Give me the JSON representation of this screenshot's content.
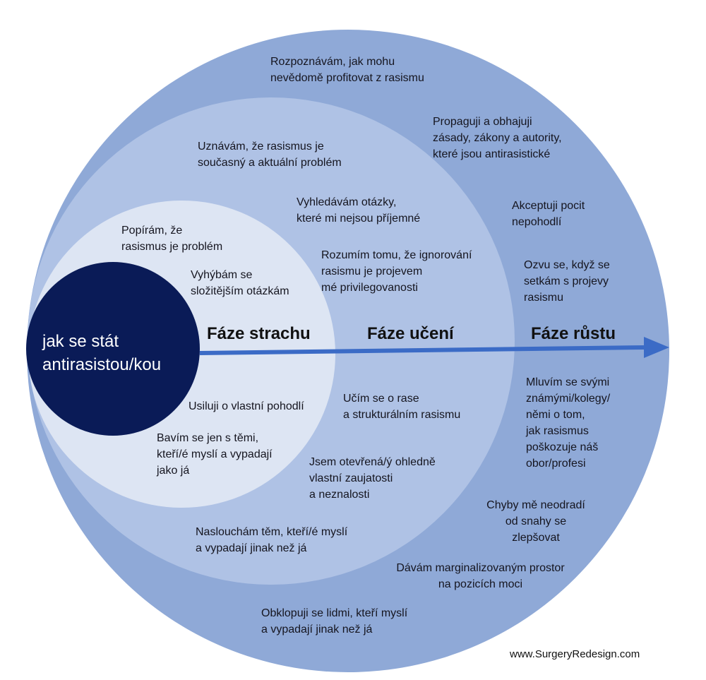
{
  "core_label": "jak se stát\nantirasistou/kou",
  "phases": {
    "fear": "Fáze strachu",
    "learning": "Fáze učení",
    "growth": "Fáze růstu"
  },
  "fear_items": [
    "Popírám, že\nrasismus je problém",
    "Vyhýbám se\nsložitějším otázkám",
    "Usiluji o vlastní pohodlí",
    "Bavím se jen s těmi,\nkteří/é myslí a vypadají\njako já"
  ],
  "learning_items": [
    "Uznávám, že rasismus je\nsoučasný a aktuální problém",
    "Vyhledávám otázky,\nkteré mi nejsou příjemné",
    "Rozumím tomu, že ignorování\nrasismu je projevem\nmé privilegovanosti",
    "Učím se o rase\na strukturálním rasismu",
    "Jsem otevřená/ý ohledně\nvlastní zaujatosti\na neznalosti",
    "Naslouchám těm, kteří/é myslí\na vypadají jinak než já"
  ],
  "growth_items": [
    "Rozpoznávám, jak mohu\nnevědomě profitovat z rasismu",
    "Propaguji a obhajuji\nzásady, zákony a autority,\nkteré jsou antirasistické",
    "Akceptuji pocit\nnepohodlí",
    "Ozvu se, když se\nsetkám s projevy\nrasismu",
    "Mluvím se svými\nznámými/kolegy/\nněmi o tom,\njak rasismus\npoškozuje náš\nobor/profesi",
    "Chyby mě neodradí\nod snahy se\nzlepšovat",
    "Dávám marginalizovaným prostor\nna pozicích moci",
    "Obklopuji se lidmi, kteří myslí\na vypadají jinak než já"
  ],
  "credit": "www.SurgeryRedesign.com",
  "colors": {
    "outer": "#8fa9d7",
    "middle": "#afc2e5",
    "inner": "#dde5f3",
    "core": "#0a1b57",
    "arrow": "#3b6bc6"
  }
}
